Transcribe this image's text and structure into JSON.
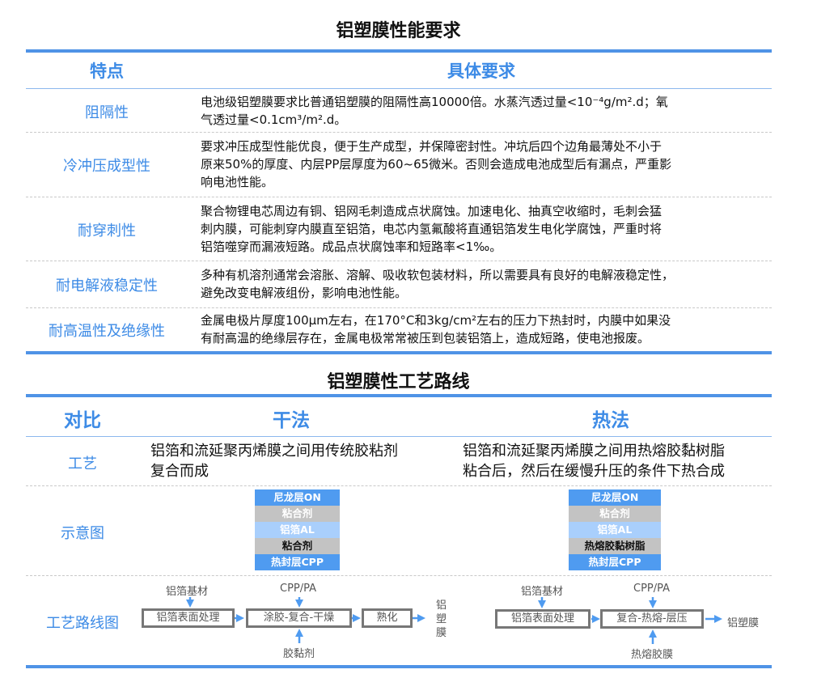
{
  "table1": {
    "title": "铝塑膜性能要求",
    "headers": [
      "特点",
      "具体要求"
    ],
    "rows": [
      {
        "feature": "阻隔性",
        "lines": [
          "电池级铝塑膜要求比普通铝塑膜的阻隔性高10000倍。水蒸汽透过量<10⁻⁴g/m².d；氧",
          "气透过量<0.1cm³/m².d。"
        ]
      },
      {
        "feature": "冷冲压成型性",
        "lines": [
          "要求冲压成型性能优良，便于生产成型，并保障密封性。冲坑后四个边角最薄处不小于",
          "原来50%的厚度、内层PP层厚度为60~65微米。否则会造成电池成型后有漏点，严重影",
          "响电池性能。"
        ]
      },
      {
        "feature": "耐穿刺性",
        "lines": [
          "聚合物锂电芯周边有铜、铝网毛刺造成点状腐蚀。加速电化、抽真空收缩时，毛刺会猛",
          "刺内膜，可能刺穿内膜直至铝箔，电芯内氢氟酸将直通铝箔发生电化学腐蚀，严重时将",
          "铝箔噬穿而漏液短路。成品点状腐蚀率和短路率<1‰。"
        ]
      },
      {
        "feature": "耐电解液稳定性",
        "lines": [
          "多种有机溶剂通常会溶胀、溶解、吸收软包装材料，所以需要具有良好的电解液稳定性，",
          "避免改变电解液组份，影响电池性能。"
        ]
      },
      {
        "feature": "耐高温性及绝缘性",
        "lines": [
          "金属电极片厚度100μm左右，在170°C和3kg/cm²左右的压力下热封时，内膜中如果没",
          "有耐高温的绝缘层存在，金属电极常常被压到包装铝箔上，造成短路，使电池报废。"
        ]
      }
    ]
  },
  "table2": {
    "title": "铝塑膜性工艺路线",
    "headers": [
      "对比",
      "干法",
      "热法"
    ],
    "row_labels": [
      "工艺",
      "示意图",
      "工艺路线图"
    ],
    "dry": {
      "process": [
        "铝箔和流延聚丙烯膜之间用传统胶粘剂",
        "复合而成"
      ],
      "layers": [
        "尼龙层ON",
        "粘合剂",
        "铝箔AL",
        "粘合剂",
        "热封层CPP"
      ],
      "flow": {
        "input1": "铝箔基材",
        "step1": "铝箔表面处理",
        "input2": "CPP/PA",
        "step2": "涂胶-复合-干燥",
        "input3": "胶黏剂",
        "step3": "熟化",
        "output": "铝塑膜"
      }
    },
    "hot": {
      "process": [
        "铝箔和流延聚丙烯膜之间用热熔胶黏树脂",
        "粘合后，然后在缓慢升压的条件下热合成"
      ],
      "layers": [
        "尼龙层ON",
        "粘合剂",
        "铝箔AL",
        "热熔胶黏树脂",
        "热封层CPP"
      ],
      "flow": {
        "input1": "铝箔基材",
        "step1": "铝箔表面处理",
        "input2": "CPP/PA",
        "step2": "复合-热熔-层压",
        "input3": "热熔胶膜",
        "output": "铝塑膜"
      }
    }
  },
  "colors": {
    "accent": "#4f93e6",
    "layer_blue": "#4f9bf0",
    "layer_gray": "#c3c3c3",
    "layer_light": "#a9cffc"
  }
}
